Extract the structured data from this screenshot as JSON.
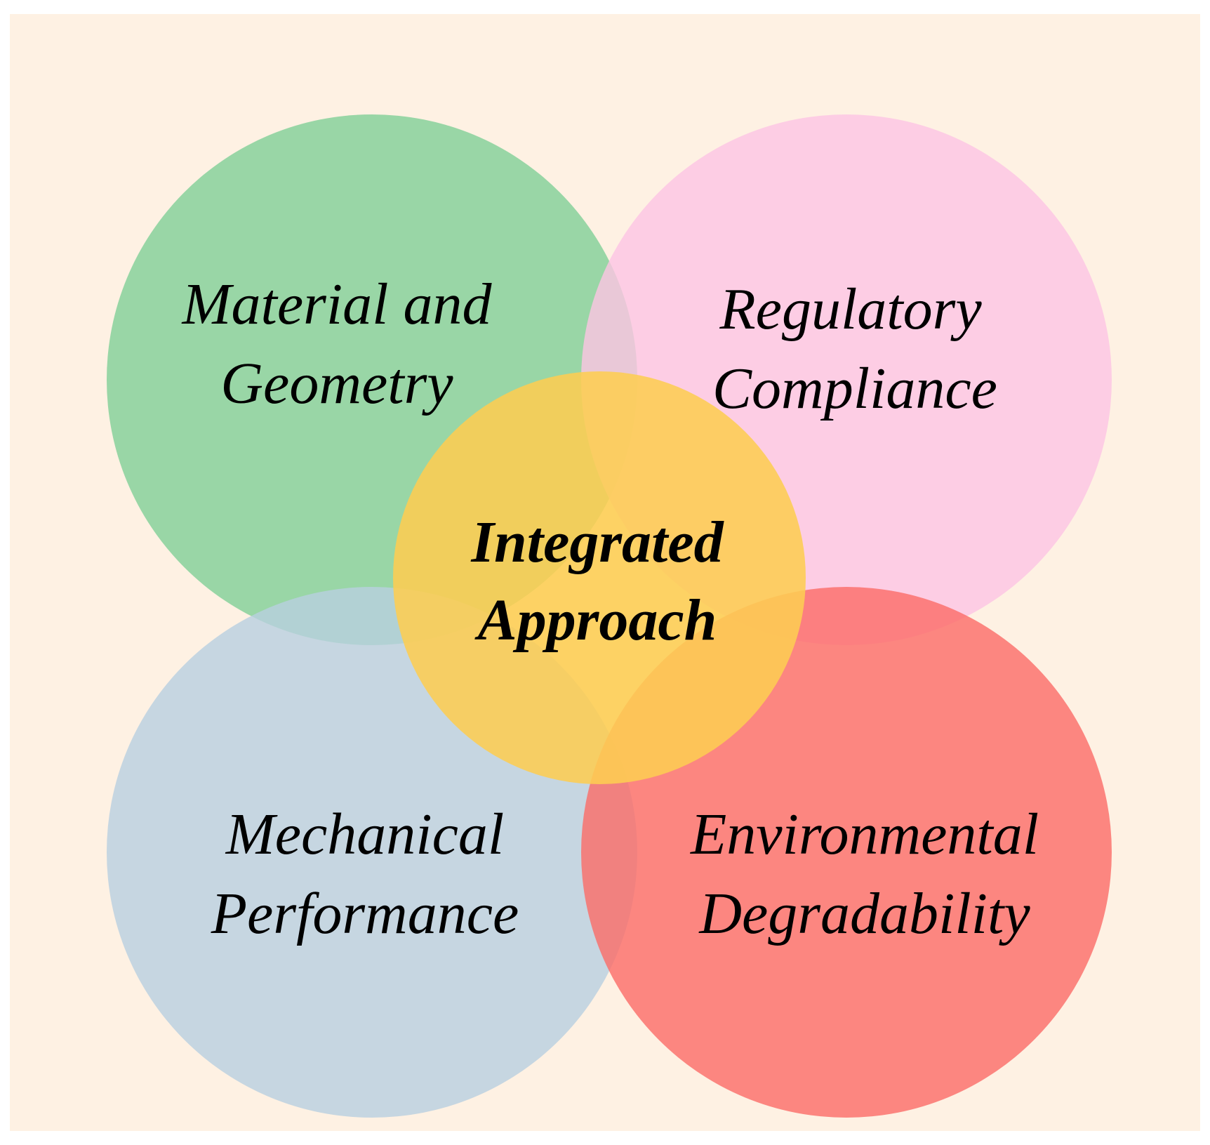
{
  "diagram": {
    "colors": {
      "background": "#fef1e3",
      "border": "#ffffff"
    },
    "circles": {
      "material": {
        "lines": [
          "Material and",
          "Geometry"
        ],
        "color": "#7fcf96"
      },
      "regulatory": {
        "lines": [
          "Regulatory",
          "Compliance"
        ],
        "color": "#fdc4e4"
      },
      "mechanical": {
        "lines": [
          "Mechanical",
          "Performance"
        ],
        "color": "#b8cfe0"
      },
      "environmental": {
        "lines": [
          "Environmental",
          "Degradability"
        ],
        "color": "#fb6c66"
      },
      "center": {
        "lines": [
          "Integrated",
          "Approach"
        ],
        "color": "#fdcd52"
      }
    }
  }
}
